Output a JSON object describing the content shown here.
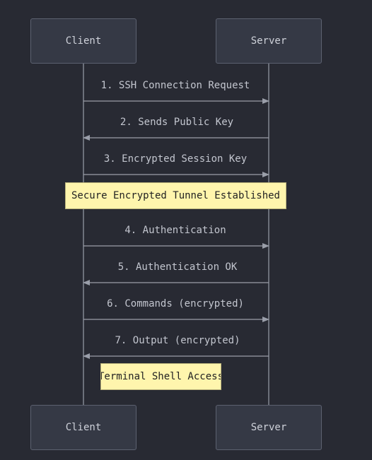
{
  "actors": {
    "client": "Client",
    "server": "Server"
  },
  "messages": [
    {
      "label": "1. SSH Connection Request",
      "direction": "client-to-server"
    },
    {
      "label": "2. Sends Public Key",
      "direction": "server-to-client"
    },
    {
      "label": "3. Encrypted Session Key",
      "direction": "client-to-server"
    },
    {
      "label": "4. Authentication",
      "direction": "client-to-server"
    },
    {
      "label": "5. Authentication OK",
      "direction": "server-to-client"
    },
    {
      "label": "6. Commands (encrypted)",
      "direction": "client-to-server"
    },
    {
      "label": "7. Output (encrypted)",
      "direction": "server-to-client"
    }
  ],
  "notes": [
    {
      "text": "Secure Encrypted Tunnel Established"
    },
    {
      "text": "Terminal Shell Access"
    }
  ],
  "colors": {
    "background": "#282a33",
    "actor_fill": "#353945",
    "actor_border": "#5c6170",
    "line": "#9a9ea9",
    "note_fill": "#fff5ad"
  }
}
